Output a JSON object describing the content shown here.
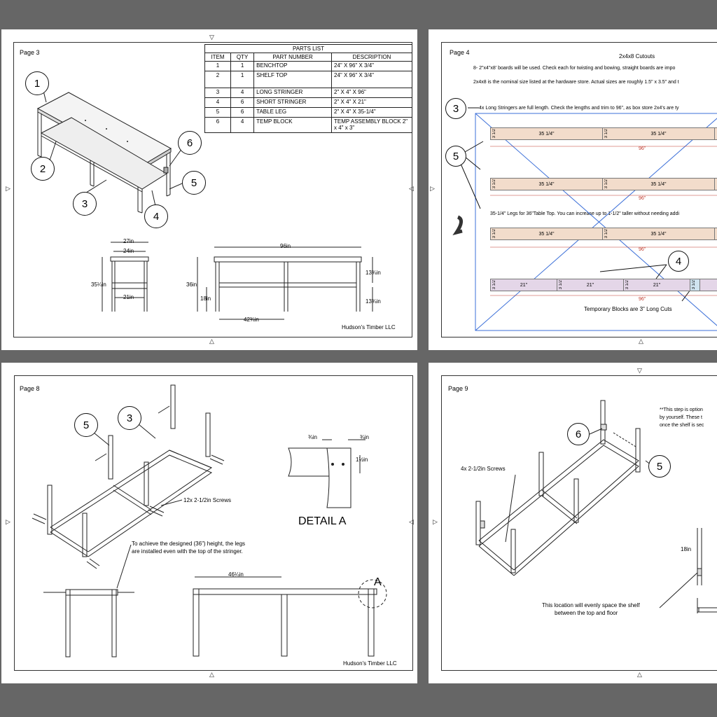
{
  "colors": {
    "background": "#666666",
    "page": "#ffffff",
    "dimension_red": "#c0392b",
    "board_tan": "#f2dccb",
    "board_purple": "#e4d6e8",
    "diagonal_blue": "#3b6fd8"
  },
  "page3": {
    "label": "Page 3",
    "parts_title": "PARTS LIST",
    "headers": [
      "ITEM",
      "QTY",
      "PART NUMBER",
      "DESCRIPTION"
    ],
    "rows": [
      {
        "item": "1",
        "qty": "1",
        "part": "BENCHTOP",
        "desc": "24\" X 96\" X 3/4\""
      },
      {
        "item": "2",
        "qty": "1",
        "part": "SHELF TOP",
        "desc": "24\" X 96\" X 3/4\""
      },
      {
        "item": "3",
        "qty": "4",
        "part": "LONG STRINGER",
        "desc": "2\" X 4\" X 96\""
      },
      {
        "item": "4",
        "qty": "6",
        "part": "SHORT STRINGER",
        "desc": "2\" X 4\" X 21\""
      },
      {
        "item": "5",
        "qty": "6",
        "part": "TABLE LEG",
        "desc": "2\" X 4\" X 35-1/4\""
      },
      {
        "item": "6",
        "qty": "4",
        "part": "TEMP BLOCK",
        "desc": "TEMP ASSEMBLY BLOCK 2\" x 4\" x 3\""
      }
    ],
    "callouts": [
      "1",
      "2",
      "3",
      "4",
      "5",
      "6"
    ],
    "dims": {
      "w27": "27in",
      "w24": "24in",
      "h35": "35¼in",
      "w21": "21in",
      "w96": "96in",
      "h36": "36in",
      "h18": "18in",
      "w42": "42¾in",
      "h13a": "13¾in",
      "h13b": "13¾in"
    },
    "company": "Hudson's Timber LLC"
  },
  "page4": {
    "label": "Page 4",
    "title": "2x4x8 Cutouts",
    "line1": "8- 2\"x4\"x8' boards will be used. Check each for twisting and bowing, straight boards are impo",
    "line2": "2x4x8 is the nominal size listed at the hardware store. Actual sizes are roughly 1.5\" x 3.5\" and t",
    "line3": "4x Long Stringers are full length. Check the lengths and trim to 96\", as box store 2x4's are ty",
    "line4": "35-1/4\" Legs for 36\"Table Top. You can increase up to 1-1/2\" taller without needing addi",
    "boards": [
      {
        "side": "3 1/2",
        "seg1": "35 1/4\"",
        "side2": "3 1/2",
        "seg2": "35 1/4\"",
        "len": "96\""
      },
      {
        "side": "3 1/2",
        "seg1": "35 1/4\"",
        "side2": "3 1/2",
        "seg2": "35 1/4\"",
        "len": "96\""
      },
      {
        "side": "3 1/2",
        "seg1": "35 1/4\"",
        "side2": "3 1/2",
        "seg2": "35 1/4\"",
        "len": "96\""
      }
    ],
    "short_board": {
      "side": "3 1/2",
      "segs": [
        "21\"",
        "21\"",
        "21\""
      ],
      "sides": [
        "3 1/2",
        "3 1/2"
      ],
      "end": "3 1/2",
      "len": "96\""
    },
    "temp_note": "Temporary Blocks are 3\" Long Cuts",
    "callouts": [
      "3",
      "5",
      "4"
    ]
  },
  "page8": {
    "label": "Page 8",
    "callouts": [
      "5",
      "3"
    ],
    "screws": "12x 2-1/2in Screws",
    "detail_dims": {
      "a": "¾in",
      "b": "¾in",
      "c": "1½in"
    },
    "detail_label": "DETAIL A",
    "note1": "To achieve the designed (36\") height, the legs",
    "note2": "are installed even with the top of the stringer.",
    "dim46": "46¼in",
    "detail_marker": "A",
    "company": "Hudson's Timber LLC"
  },
  "page9": {
    "label": "Page 9",
    "note1": "**This step is option",
    "note2": "by yourself. These t",
    "note3": "once the shelf is sec",
    "screws": "4x 2-1/2in Screws",
    "dim18": "18in",
    "loc1": "This location will evenly space the shelf",
    "loc2": "between the top and floor",
    "callouts": [
      "6",
      "5"
    ]
  }
}
